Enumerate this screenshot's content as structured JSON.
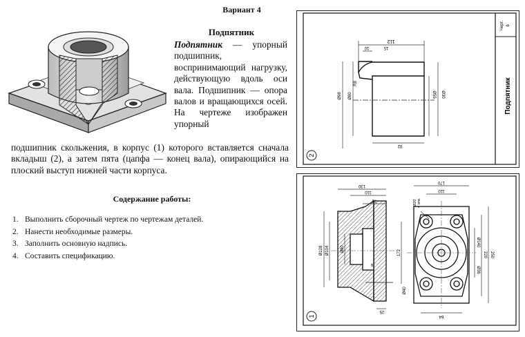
{
  "variant": "Вариант 4",
  "heading": "Подпятник",
  "definition": {
    "term": "Подпятник",
    "right_text": "— упорный подшипник, воспринимающий нагрузку, действующую вдоль оси вала. Подшипник — опора валов и вращающихся осей. На чертеже изображен упорный",
    "full_width_text": "подшипник скольжения, в корпус (1) которого вставляется сначала вкладыш (2), а затем пята (цапфа — конец вала), опирающийся на плоский выступ нижней части корпуса."
  },
  "work": {
    "title": "Содержание работы:",
    "tasks": [
      {
        "num": "1.",
        "text": "Выполнить сборочный чертеж по чертежам деталей."
      },
      {
        "num": "2.",
        "text": "Нанести необходимые размеры."
      },
      {
        "num": "3.",
        "text": "Заполнить основную надпись."
      },
      {
        "num": "4.",
        "text": "Составить спецификацию."
      }
    ]
  },
  "drawing_top": {
    "number": "2",
    "title_block": {
      "name": "Подпятник",
      "sheet_label": "Черт.",
      "sheet_num": "6"
    },
    "dims": [
      "112",
      "10",
      "15",
      "Ø98",
      "Ø80",
      "R8",
      "Ø55",
      "Ø30",
      "92"
    ]
  },
  "drawing_bottom": {
    "number": "1",
    "dims": [
      "130",
      "110",
      "78",
      "Ø128",
      "Ø104",
      "Ø80",
      "6",
      "25",
      "36",
      "Ø20",
      "4 отв.",
      "170",
      "110",
      "172",
      "Ø140",
      "220",
      "250",
      "Ø36",
      "Ø40",
      "64"
    ]
  }
}
